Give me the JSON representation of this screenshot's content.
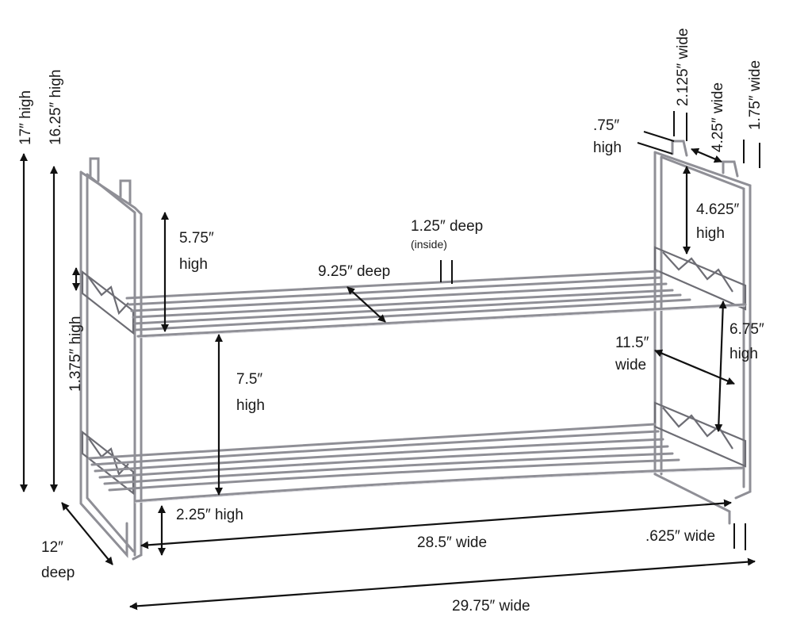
{
  "labels": {
    "total_height": "17″ high",
    "frame_height": "16.25″ high",
    "side_bracket_height": "1.375″ high",
    "depth": "12″",
    "depth_word": "deep",
    "upper_clearance": "5.75″",
    "upper_clearance_word": "high",
    "shelf_depth": "9.25″ deep",
    "lip_depth": "1.25″ deep",
    "lip_depth_note": "(inside)",
    "middle_clearance": "7.5″",
    "middle_clearance_word": "high",
    "foot_height": "2.25″ high",
    "shelf_width": "28.5″ wide",
    "overall_width": "29.75″ wide",
    "foot_width": ".625″ wide",
    "hook_height": ".75″",
    "hook_height_word": "high",
    "hook_width": "2.125″ wide",
    "hook_spacing": "4.25″ wide",
    "side_width": "1.75″ wide",
    "top_opening_height": "4.625″",
    "top_opening_word": "high",
    "lower_opening_height": "6.75″",
    "lower_opening_word": "high",
    "frame_width": "11.5″",
    "frame_width_word": "wide"
  },
  "colors": {
    "wire": "#8f8f96",
    "dimension_lines": "#111111",
    "background": "#ffffff"
  }
}
